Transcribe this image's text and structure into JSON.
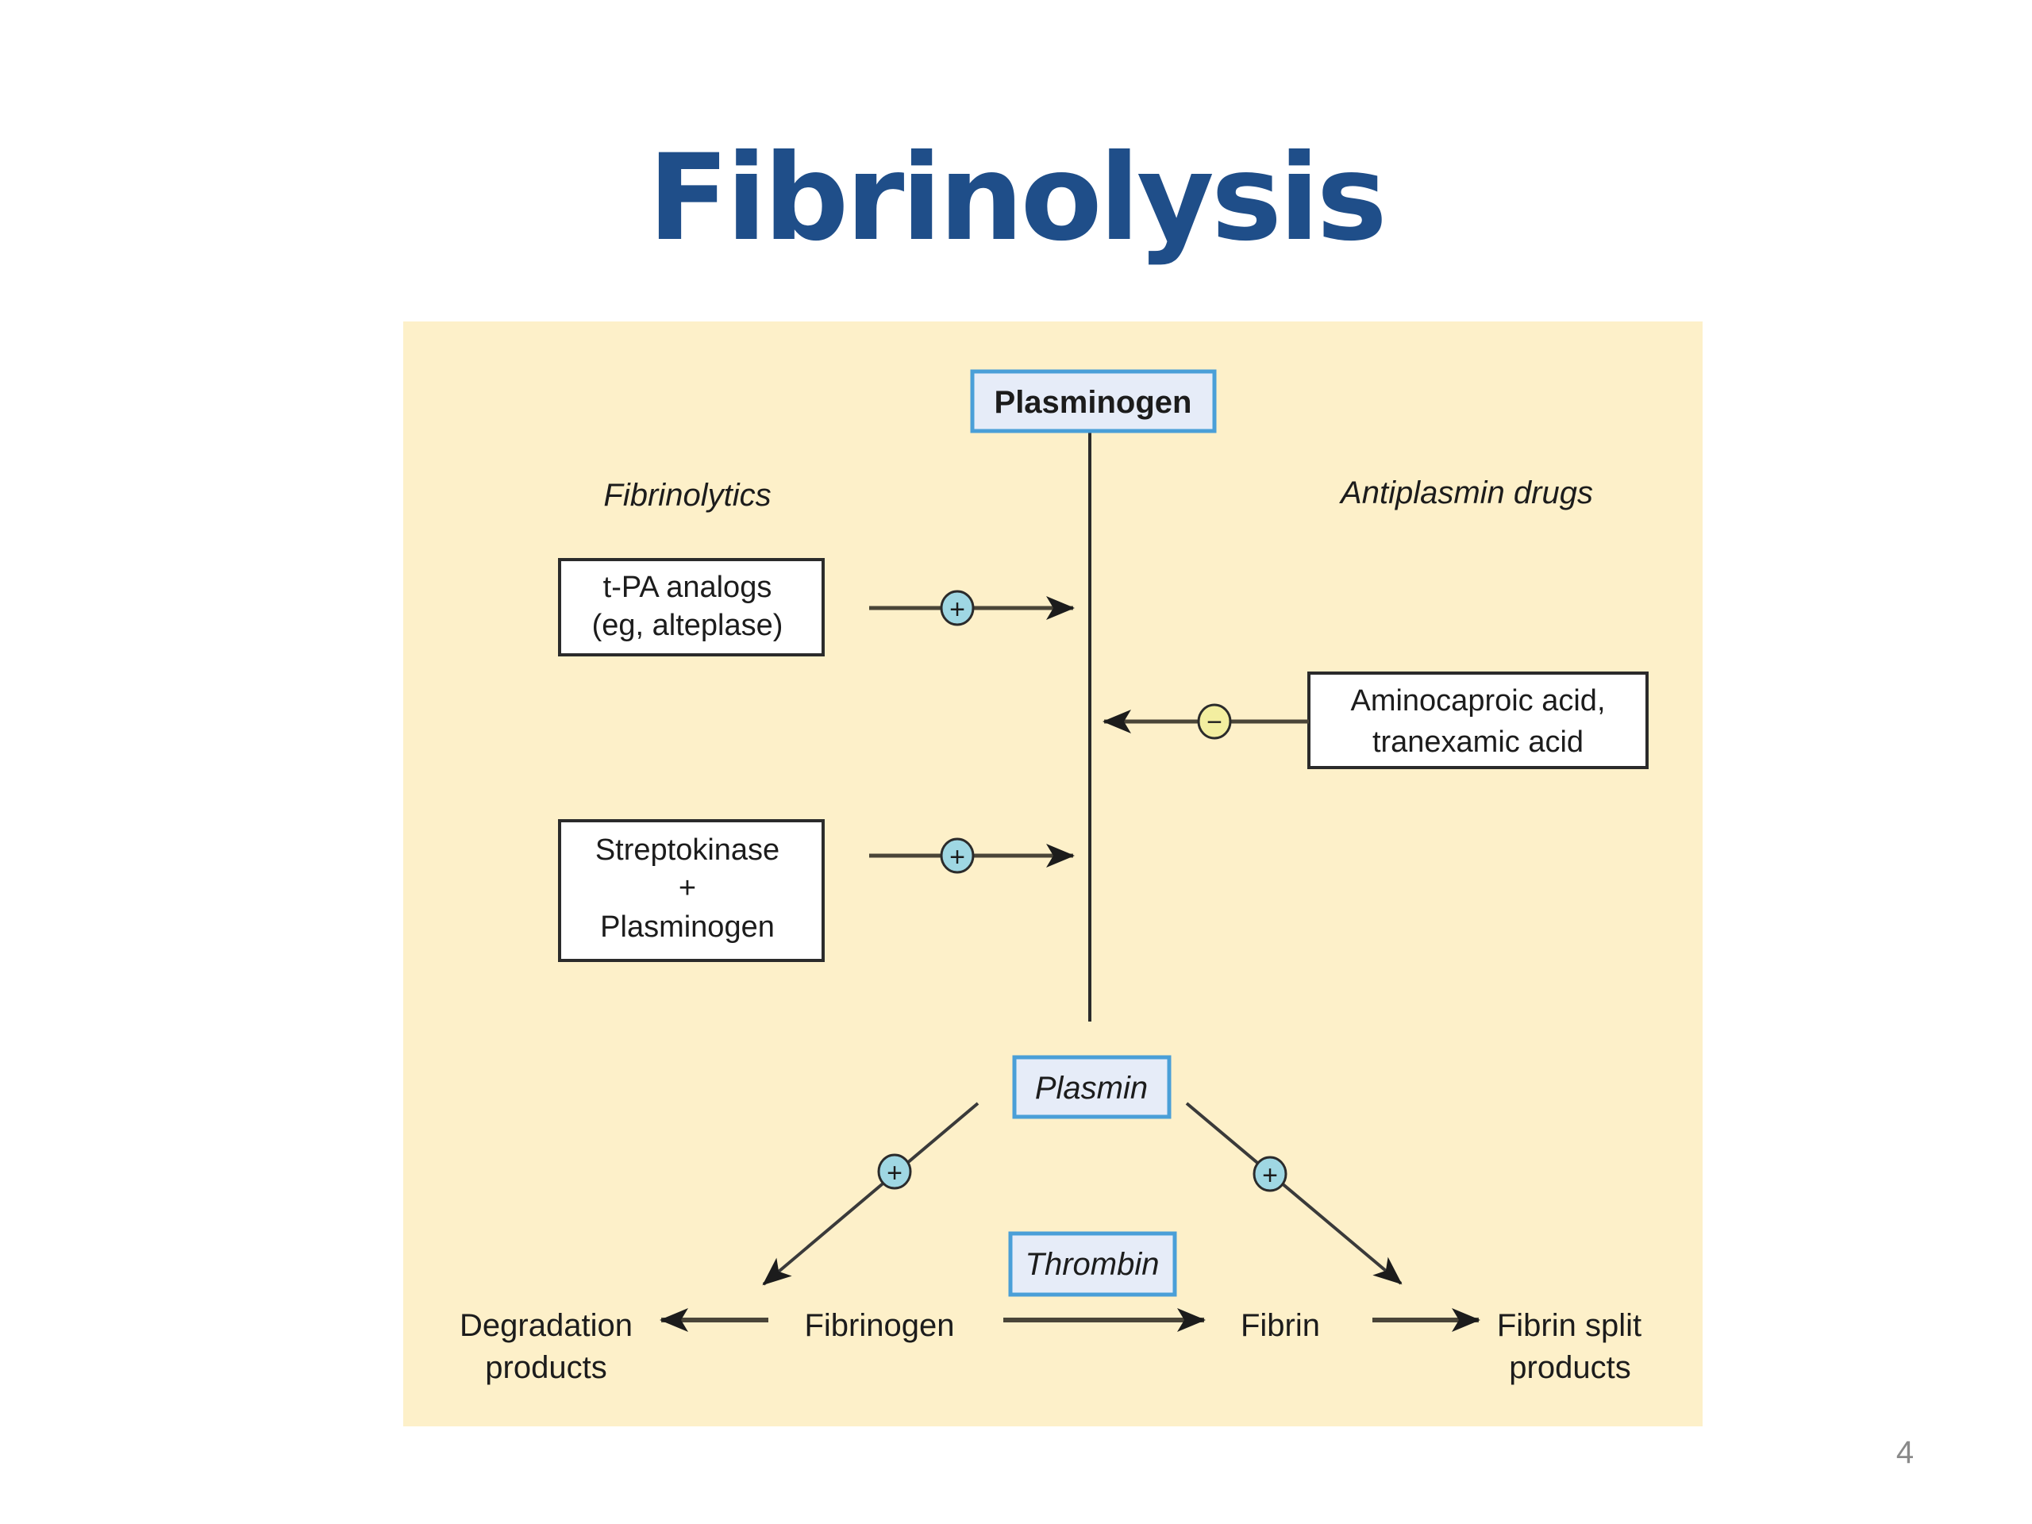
{
  "slide": {
    "title": "Fibrinolysis",
    "page_number": "4"
  },
  "colors": {
    "title": "#1f4e89",
    "panel_background": "#fdf0c9",
    "enzyme_box_fill": "#e6ecf8",
    "enzyme_box_border": "#4a9fd8",
    "stimulate_circle": "#9fd7e3",
    "inhibit_circle": "#f3eea0",
    "line": "#2b2b2b"
  },
  "diagram": {
    "section_labels": {
      "fibrinolytics": "Fibrinolytics",
      "antiplasmin": "Antiplasmin drugs"
    },
    "nodes": {
      "plasminogen": "Plasminogen",
      "plasmin": "Plasmin",
      "thrombin": "Thrombin",
      "tpa": [
        "t-PA analogs",
        "(eg, alteplase)"
      ],
      "streptokinase": [
        "Streptokinase",
        "+",
        "Plasminogen"
      ],
      "antifibrinolytic": [
        "Aminocaproic acid,",
        "tranexamic acid"
      ],
      "degradation": [
        "Degradation",
        "products"
      ],
      "fibrinogen": "Fibrinogen",
      "fibrin": "Fibrin",
      "fibrin_split": [
        "Fibrin split",
        "products"
      ]
    },
    "effect_symbols": {
      "stimulate": "+",
      "inhibit": "−"
    },
    "edges": [
      {
        "from": "t-PA analogs",
        "to": "Plasminogen → Plasmin",
        "effect": "stimulate"
      },
      {
        "from": "Streptokinase + Plasminogen",
        "to": "Plasminogen → Plasmin",
        "effect": "stimulate"
      },
      {
        "from": "Aminocaproic acid, tranexamic acid",
        "to": "Plasminogen → Plasmin",
        "effect": "inhibit"
      },
      {
        "from": "Plasminogen",
        "to": "Plasmin",
        "effect": "conversion"
      },
      {
        "from": "Plasmin",
        "to": "Fibrinogen → Degradation products",
        "effect": "stimulate"
      },
      {
        "from": "Plasmin",
        "to": "Fibrin → Fibrin split products",
        "effect": "stimulate"
      },
      {
        "from": "Fibrinogen",
        "to": "Degradation products",
        "effect": "conversion"
      },
      {
        "from": "Fibrinogen",
        "to": "Fibrin",
        "effect": "conversion",
        "via": "Thrombin"
      },
      {
        "from": "Fibrin",
        "to": "Fibrin split products",
        "effect": "conversion"
      }
    ]
  }
}
